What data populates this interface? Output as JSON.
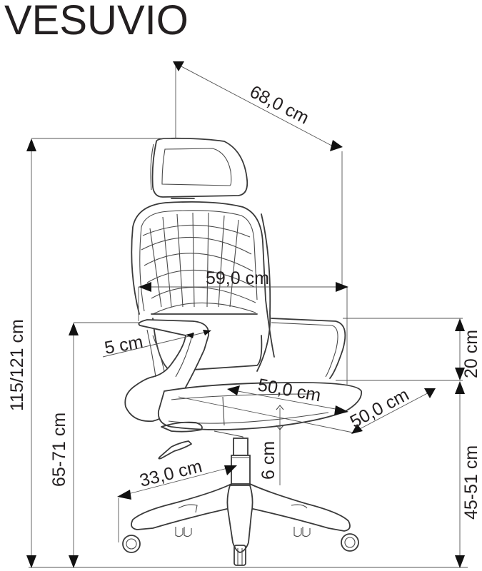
{
  "title": "VESUVIO",
  "colors": {
    "ink": "#231f20",
    "line": "#555555",
    "background": "#ffffff"
  },
  "dimensions": {
    "depth_total": "68,0 cm",
    "width_armrests": "59,0 cm",
    "armrest_width": "5 cm",
    "seat_depth": "50,0 cm",
    "seat_width": "50,0 cm",
    "base_radius": "33,0 cm",
    "seat_thickness": "6 cm",
    "total_height": "115/121 cm",
    "armrest_height": "65-71 cm",
    "armrest_above_seat": "20 cm",
    "seat_height": "45-51 cm"
  }
}
